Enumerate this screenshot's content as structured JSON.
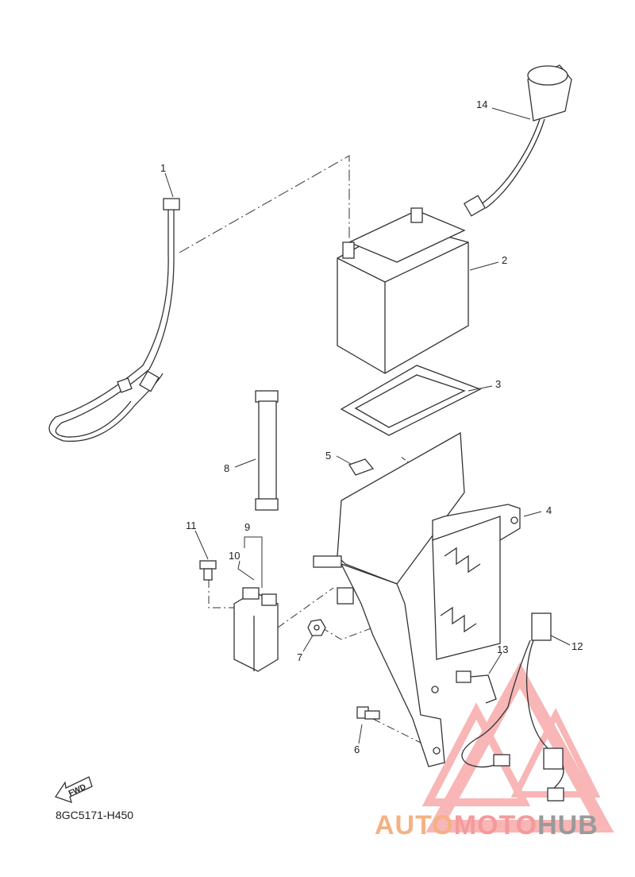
{
  "diagram_code": "8GC5171-H450",
  "fwd_label": "FWD",
  "callouts": {
    "c1": "1",
    "c2": "2",
    "c3": "3",
    "c4": "4",
    "c5": "5",
    "c6": "6",
    "c7": "7",
    "c8": "8",
    "c9": "9",
    "c10": "10",
    "c11": "11",
    "c12": "12",
    "c13": "13",
    "c14": "14"
  },
  "watermark": {
    "part1": "AUTO",
    "part2": "MOTO",
    "part3": "HUB",
    "colors": {
      "auto": "#f5b183",
      "moto": "#f59a9a",
      "hub": "#9a9a9a",
      "logo": "#f47c7c"
    }
  }
}
